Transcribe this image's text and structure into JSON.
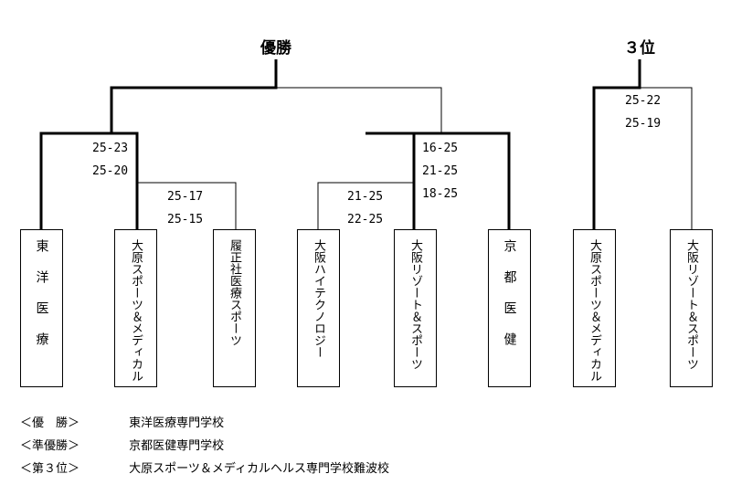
{
  "titles": {
    "champion": "優勝",
    "third": "３位"
  },
  "teams": [
    "東洋医療",
    "大原スポーツ＆メディカル",
    "履正社医療スポーツ",
    "大阪ハイテクノロジー",
    "大阪リゾート＆スポーツ",
    "京都医健",
    "大原スポーツ＆メディカル",
    "大阪リゾート＆スポーツ"
  ],
  "scores": {
    "m1": [
      "25-17",
      "25-15"
    ],
    "m2": [
      "21-25",
      "22-25"
    ],
    "m3": [
      "25-23",
      "25-20"
    ],
    "m4": [
      "16-25",
      "21-25",
      "18-25"
    ],
    "third": [
      "25-22",
      "25-19"
    ]
  },
  "results": [
    {
      "label": "＜優　勝＞",
      "value": "東洋医療専門学校"
    },
    {
      "label": "＜準優勝＞",
      "value": "京都医健専門学校"
    },
    {
      "label": "＜第３位＞",
      "value": "大原スポーツ＆メディカルヘルス専門学校難波校"
    }
  ]
}
